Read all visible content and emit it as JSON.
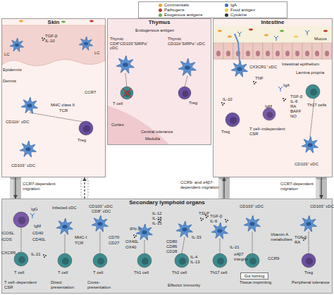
{
  "diagram": {
    "nodes": [
      {
        "text": [
          "Skin"
        ]
      },
      {
        "text": [
          "Thymus"
        ]
      },
      {
        "text": [
          "Intestine"
        ]
      },
      {
        "text": [
          "Secondary lymphoid organs"
        ]
      },
      {
        "text": [
          "Gut homing"
        ],
        "in": 3
      }
    ],
    "edges": [
      {
        "from": 0,
        "to": 3,
        "arrow": "to",
        "label": "CCR7-dependent migration"
      },
      {
        "from": 3,
        "to": 0,
        "arrow": "to"
      },
      {
        "from": 3,
        "to": 2,
        "arrow": "to",
        "label": "CCR9- and α4β7-dependent migration"
      },
      {
        "from": 2,
        "to": 3,
        "arrow": "to",
        "label": "CCR7-dependent migration"
      }
    ],
    "labels": [
      "TGF-β",
      "IL-10",
      "LC",
      "LC",
      "Epidermis",
      "Dermis",
      "CCR7",
      "MHC class II",
      "TCR",
      "CD11b⁺ cDC",
      "CD103⁺ cDC",
      "Treg",
      "Endogenous antigen",
      "Thymic CD8⁺CD103⁺SIRPα⁻ cDC",
      "Thymic CD11b⁺SIRPα⁺ cDC",
      "T cell",
      "Treg",
      "Cortex",
      "Central tolerance",
      "Medulla",
      "Mucus",
      "Intestinal epithelium",
      "CX3CR1⁺ cDC",
      "TNF",
      "IgA",
      "Lamina propria",
      "Th17 cells",
      "IL-10",
      "IgM",
      "TGF-β",
      "IL-6",
      "RA",
      "BAFF",
      "NO",
      "Treg",
      "T cell–independent CSR",
      "CD103⁺ cDC",
      "IgG",
      "IgM",
      "ICOSL",
      "ICOS",
      "CD40",
      "CD40L",
      "CXCR5",
      "IL-21",
      "T cell",
      "Infected cDC",
      "T cell",
      "CD103⁺ cDC",
      "CD8⁺ cDC",
      "MHC-I",
      "TCR",
      "CD70",
      "CD27",
      "T cell",
      "IL-12",
      "IL-18",
      "IL-15",
      "IFN-γ",
      "OX40L",
      "OX40",
      "Th1 cell",
      "TSLP",
      "IL-33",
      "CD80",
      "CD86",
      "CD28",
      "IL-4",
      "IL-13",
      "Th2 cell",
      "TGF-β",
      "IL-6",
      "IL-21",
      "Th17 cell",
      "CD103⁺ cDC",
      "Vitamin A metabolites",
      "α4β7 integrin",
      "CCR9",
      "CD103⁺ cDC",
      "TGF-β",
      "RA",
      "Treg",
      "T cell–dependent CSR",
      "Direct presentation",
      "Cross-presentation",
      "Effector immunity",
      "Tissue imprinting",
      "Peripheral tolerance"
    ],
    "legend": [
      {
        "text": "Commensals",
        "color": "#f0a030"
      },
      {
        "text": "Pathogens",
        "color": "#c0392b"
      },
      {
        "text": "Exogenous antigens",
        "color": "#6ab04c"
      },
      {
        "text": "IgA",
        "color": "#3a6fc4"
      },
      {
        "text": "Food antigen",
        "color": "#f2c94c"
      },
      {
        "text": "Cytokine",
        "color": "#333333"
      }
    ]
  }
}
